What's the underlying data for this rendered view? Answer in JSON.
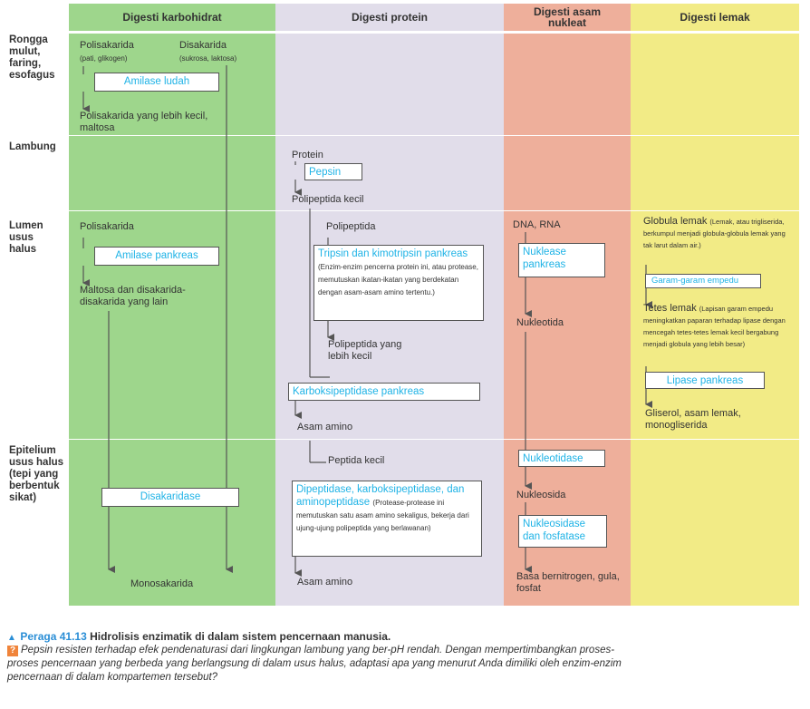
{
  "columns": {
    "carb": "Digesti karbohidrat",
    "protein": "Digesti protein",
    "nucleic": "Digesti asam nukleat",
    "lipid": "Digesti lemak"
  },
  "rows": {
    "mouth": "Rongga mulut, faring, esofagus",
    "stomach": "Lambung",
    "lumen": "Lumen usus halus",
    "epithelium": "Epitelium usus halus (tepi yang berbentuk sikat)"
  },
  "carb": {
    "polysaccharides": "Polisakarida",
    "polysaccharides_note": "(pati, glikogen)",
    "disaccharides": "Disakarida",
    "disaccharides_note": "(sukrosa, laktosa)",
    "salivary_amylase": "Amilase ludah",
    "smaller_polysaccharides": "Polisakarida yang lebih kecil, maltosa",
    "lumen_polysaccharides": "Polisakarida",
    "pancreatic_amylase": "Amilase pankreas",
    "maltose": "Maltosa dan disakarida-disakarida yang lain",
    "disaccharidase": "Disakaridase",
    "monosaccharides": "Monosakarida"
  },
  "protein": {
    "protein": "Protein",
    "pepsin": "Pepsin",
    "small_polypeptides": "Polipeptida kecil",
    "polypeptides": "Polipeptida",
    "trypsin": "Tripsin dan kimotripsin pankreas",
    "trypsin_note": "(Enzim-enzim pencerna protein ini, atau protease, memutuskan ikatan-ikatan yang berdekatan dengan asam-asam amino tertentu.)",
    "smaller_polypeptides": "Polipeptida yang lebih kecil",
    "carboxypeptidase": "Karboksipeptidase pankreas",
    "amino_acids_lumen": "Asam amino",
    "small_peptides": "Peptida kecil",
    "dipeptidase": "Dipeptidase, karboksipeptidase, dan aminopeptidase",
    "dipeptidase_note": "(Protease-protease ini memutuskan satu asam amino sekaligus, bekerja dari ujung-ujung polipeptida yang berlawanan)",
    "amino_acids": "Asam amino"
  },
  "nucleic": {
    "dna_rna": "DNA, RNA",
    "nuclease": "Nuklease pankreas",
    "nucleotides": "Nukleotida",
    "nucleotidase": "Nukleotidase",
    "nucleosides": "Nukleosida",
    "nucleosidase": "Nukleosidase dan fosfatase",
    "products": "Basa bernitrogen, gula, fosfat"
  },
  "lipid": {
    "fat_globules": "Globula lemak",
    "fat_globules_note": "(Lemak, atau trigliserida, berkumpul menjadi globula-globula lemak yang tak larut dalam air.)",
    "bile_salts": "Garam-garam empedu",
    "fat_droplets": "Tetes lemak",
    "fat_droplets_note": "(Lapisan garam empedu meningkatkan paparan terhadap lipase dengan mencegah tetes-tetes lemak kecil bergabung menjadi globula yang lebih besar)",
    "pancreatic_lipase": "Lipase pankreas",
    "products": "Gliserol, asam lemak, monogliserida"
  },
  "caption": {
    "figure_label": "Peraga 41.13",
    "figure_title": "Hidrolisis enzimatik di dalam sistem pencernaan manusia.",
    "question": "Pepsin resisten terhadap efek pendenaturasi dari lingkungan lambung yang ber-pH rendah. Dengan mempertimbangkan proses-proses pencernaan yang berbeda yang berlangsung di dalam usus halus, adaptasi apa yang menurut Anda dimiliki oleh enzim-enzim pencernaan di dalam kompartemen tersebut?",
    "question_icon": "?"
  },
  "colors": {
    "carb_bg": "#9ed68c",
    "protein_bg": "#e1ddea",
    "nucleic_bg": "#eeaf9b",
    "lipid_bg": "#f2eb86",
    "enzyme_text": "#1fb3e6",
    "figure_label": "#2a8ed6",
    "question_icon": "#f0843a"
  }
}
